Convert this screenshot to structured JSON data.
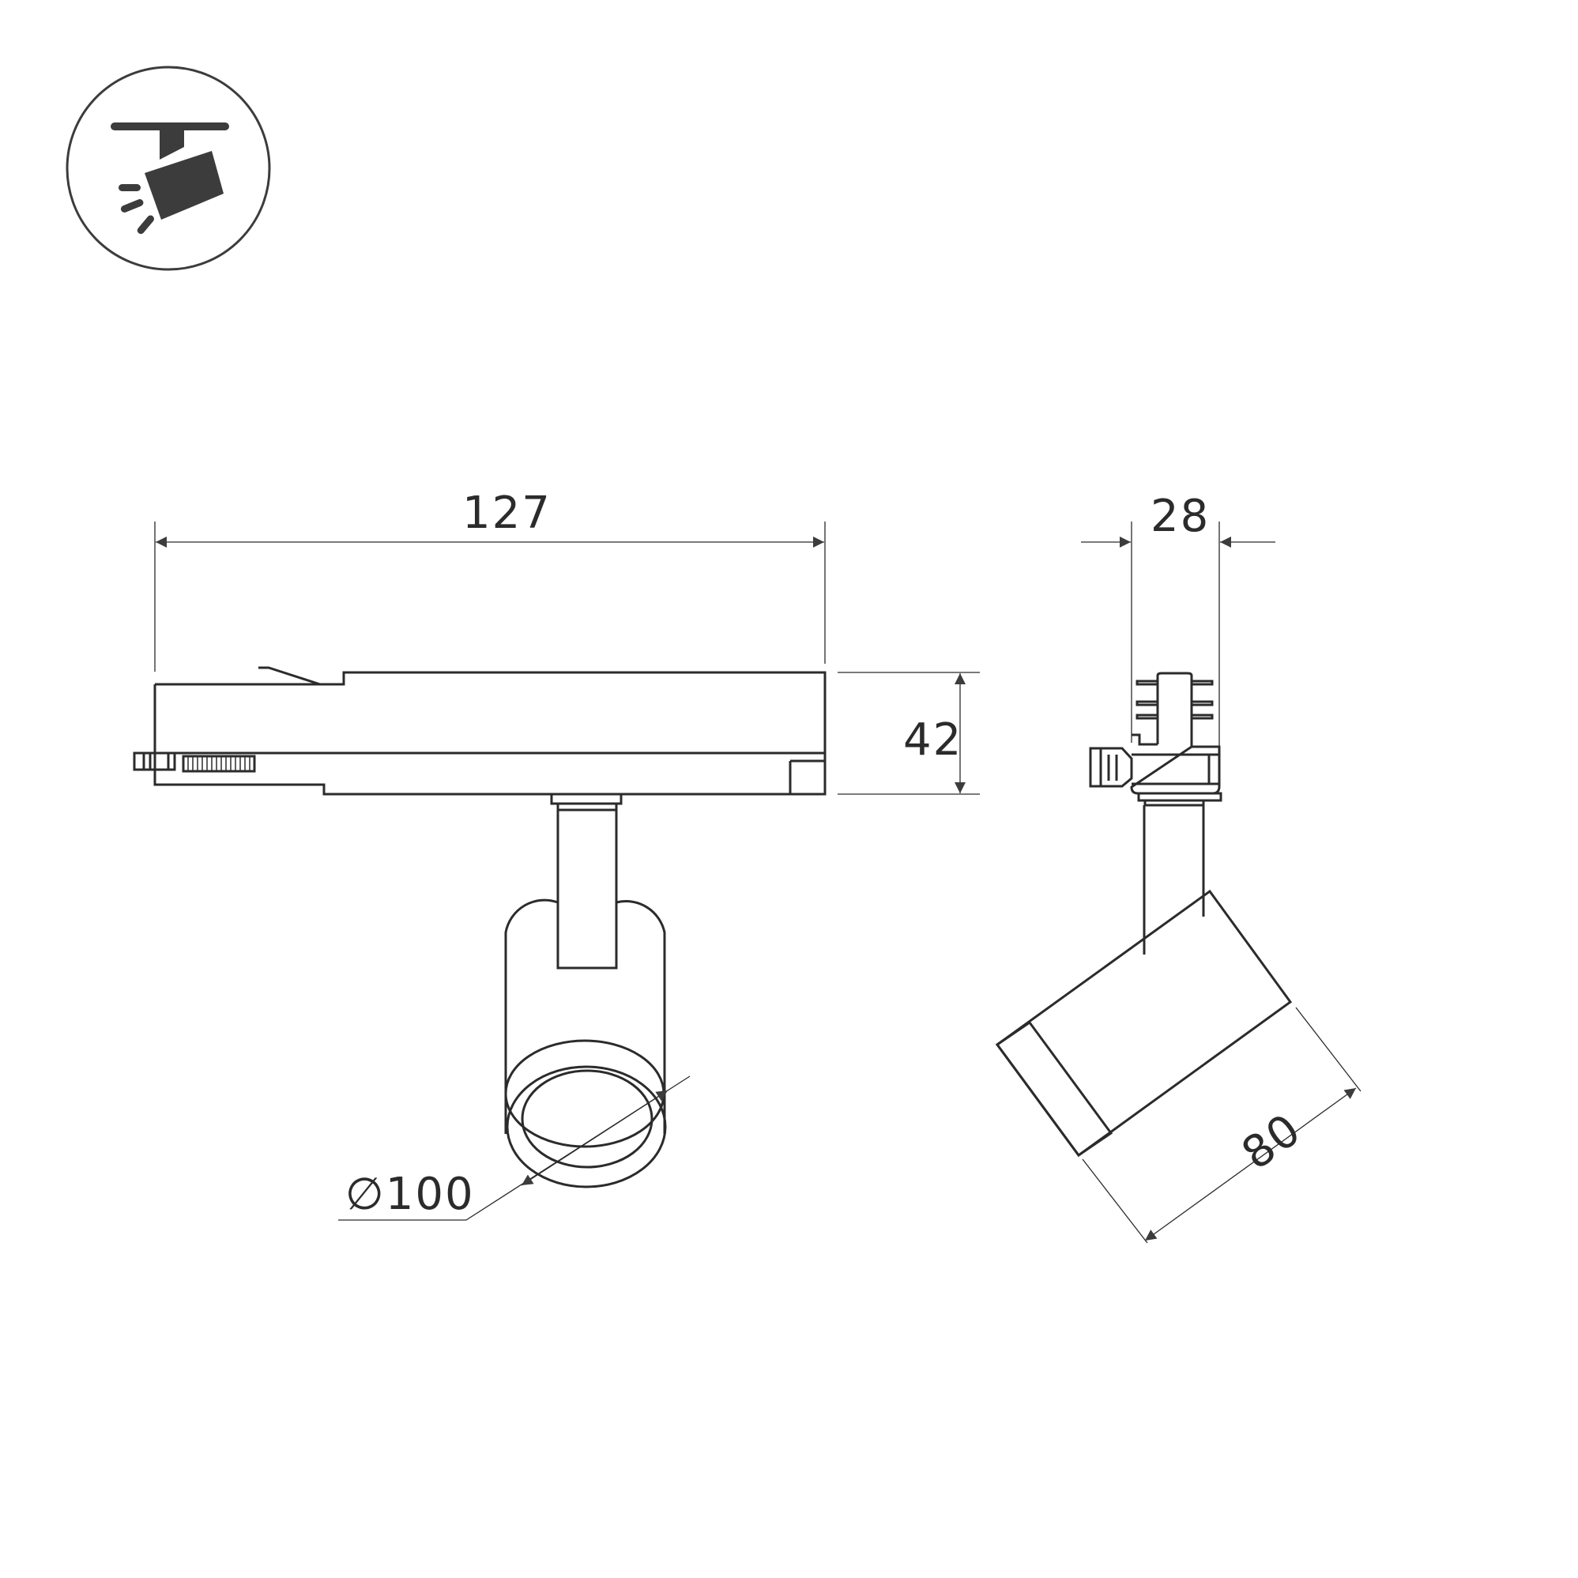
{
  "icon": {
    "name": "track-spotlight-icon",
    "color": "#3c3c3c",
    "border_color": "#3c3c3c"
  },
  "front_view": {
    "length_label": "127",
    "height_label": "42",
    "diameter_label": "∅100"
  },
  "side_view": {
    "width_label": "28",
    "head_length_label": "80"
  },
  "colors": {
    "line": "#2b2b2b",
    "background": "#ffffff"
  }
}
